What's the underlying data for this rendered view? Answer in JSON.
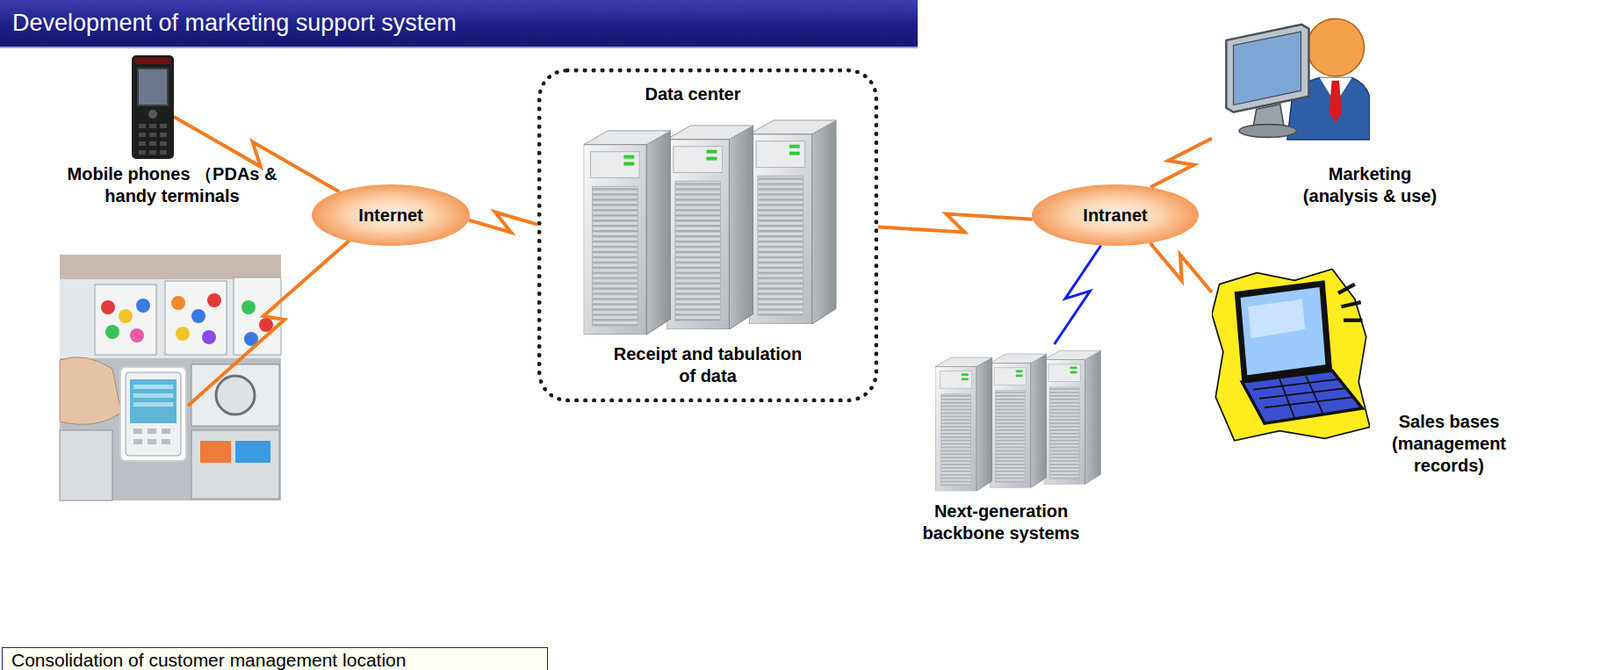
{
  "diagram": {
    "title": "Development of marketing support system",
    "nodes": [
      {
        "text": [
          "Mobile phones （PDAs & handy terminals"
        ]
      },
      {
        "text": [
          "Internet"
        ]
      },
      {
        "text": [
          "Data center",
          "Receipt and tabulation of data"
        ]
      },
      {
        "text": [
          "Intranet"
        ]
      },
      {
        "text": [
          "Marketing (analysis & use)"
        ]
      },
      {
        "text": [
          "Sales bases (management records)"
        ]
      },
      {
        "text": [
          "Next-generation backbone systems"
        ]
      }
    ],
    "edges": [
      {
        "from": 0,
        "to": 1,
        "arrow": "none"
      },
      {
        "from": 1,
        "to": 2,
        "arrow": "none"
      },
      {
        "from": 2,
        "to": 3,
        "arrow": "none"
      },
      {
        "from": 3,
        "to": 4,
        "arrow": "none"
      },
      {
        "from": 3,
        "to": 5,
        "arrow": "none"
      },
      {
        "from": 3,
        "to": 6,
        "arrow": "none"
      }
    ],
    "labels": [
      "Consolidation of customer management location"
    ]
  }
}
